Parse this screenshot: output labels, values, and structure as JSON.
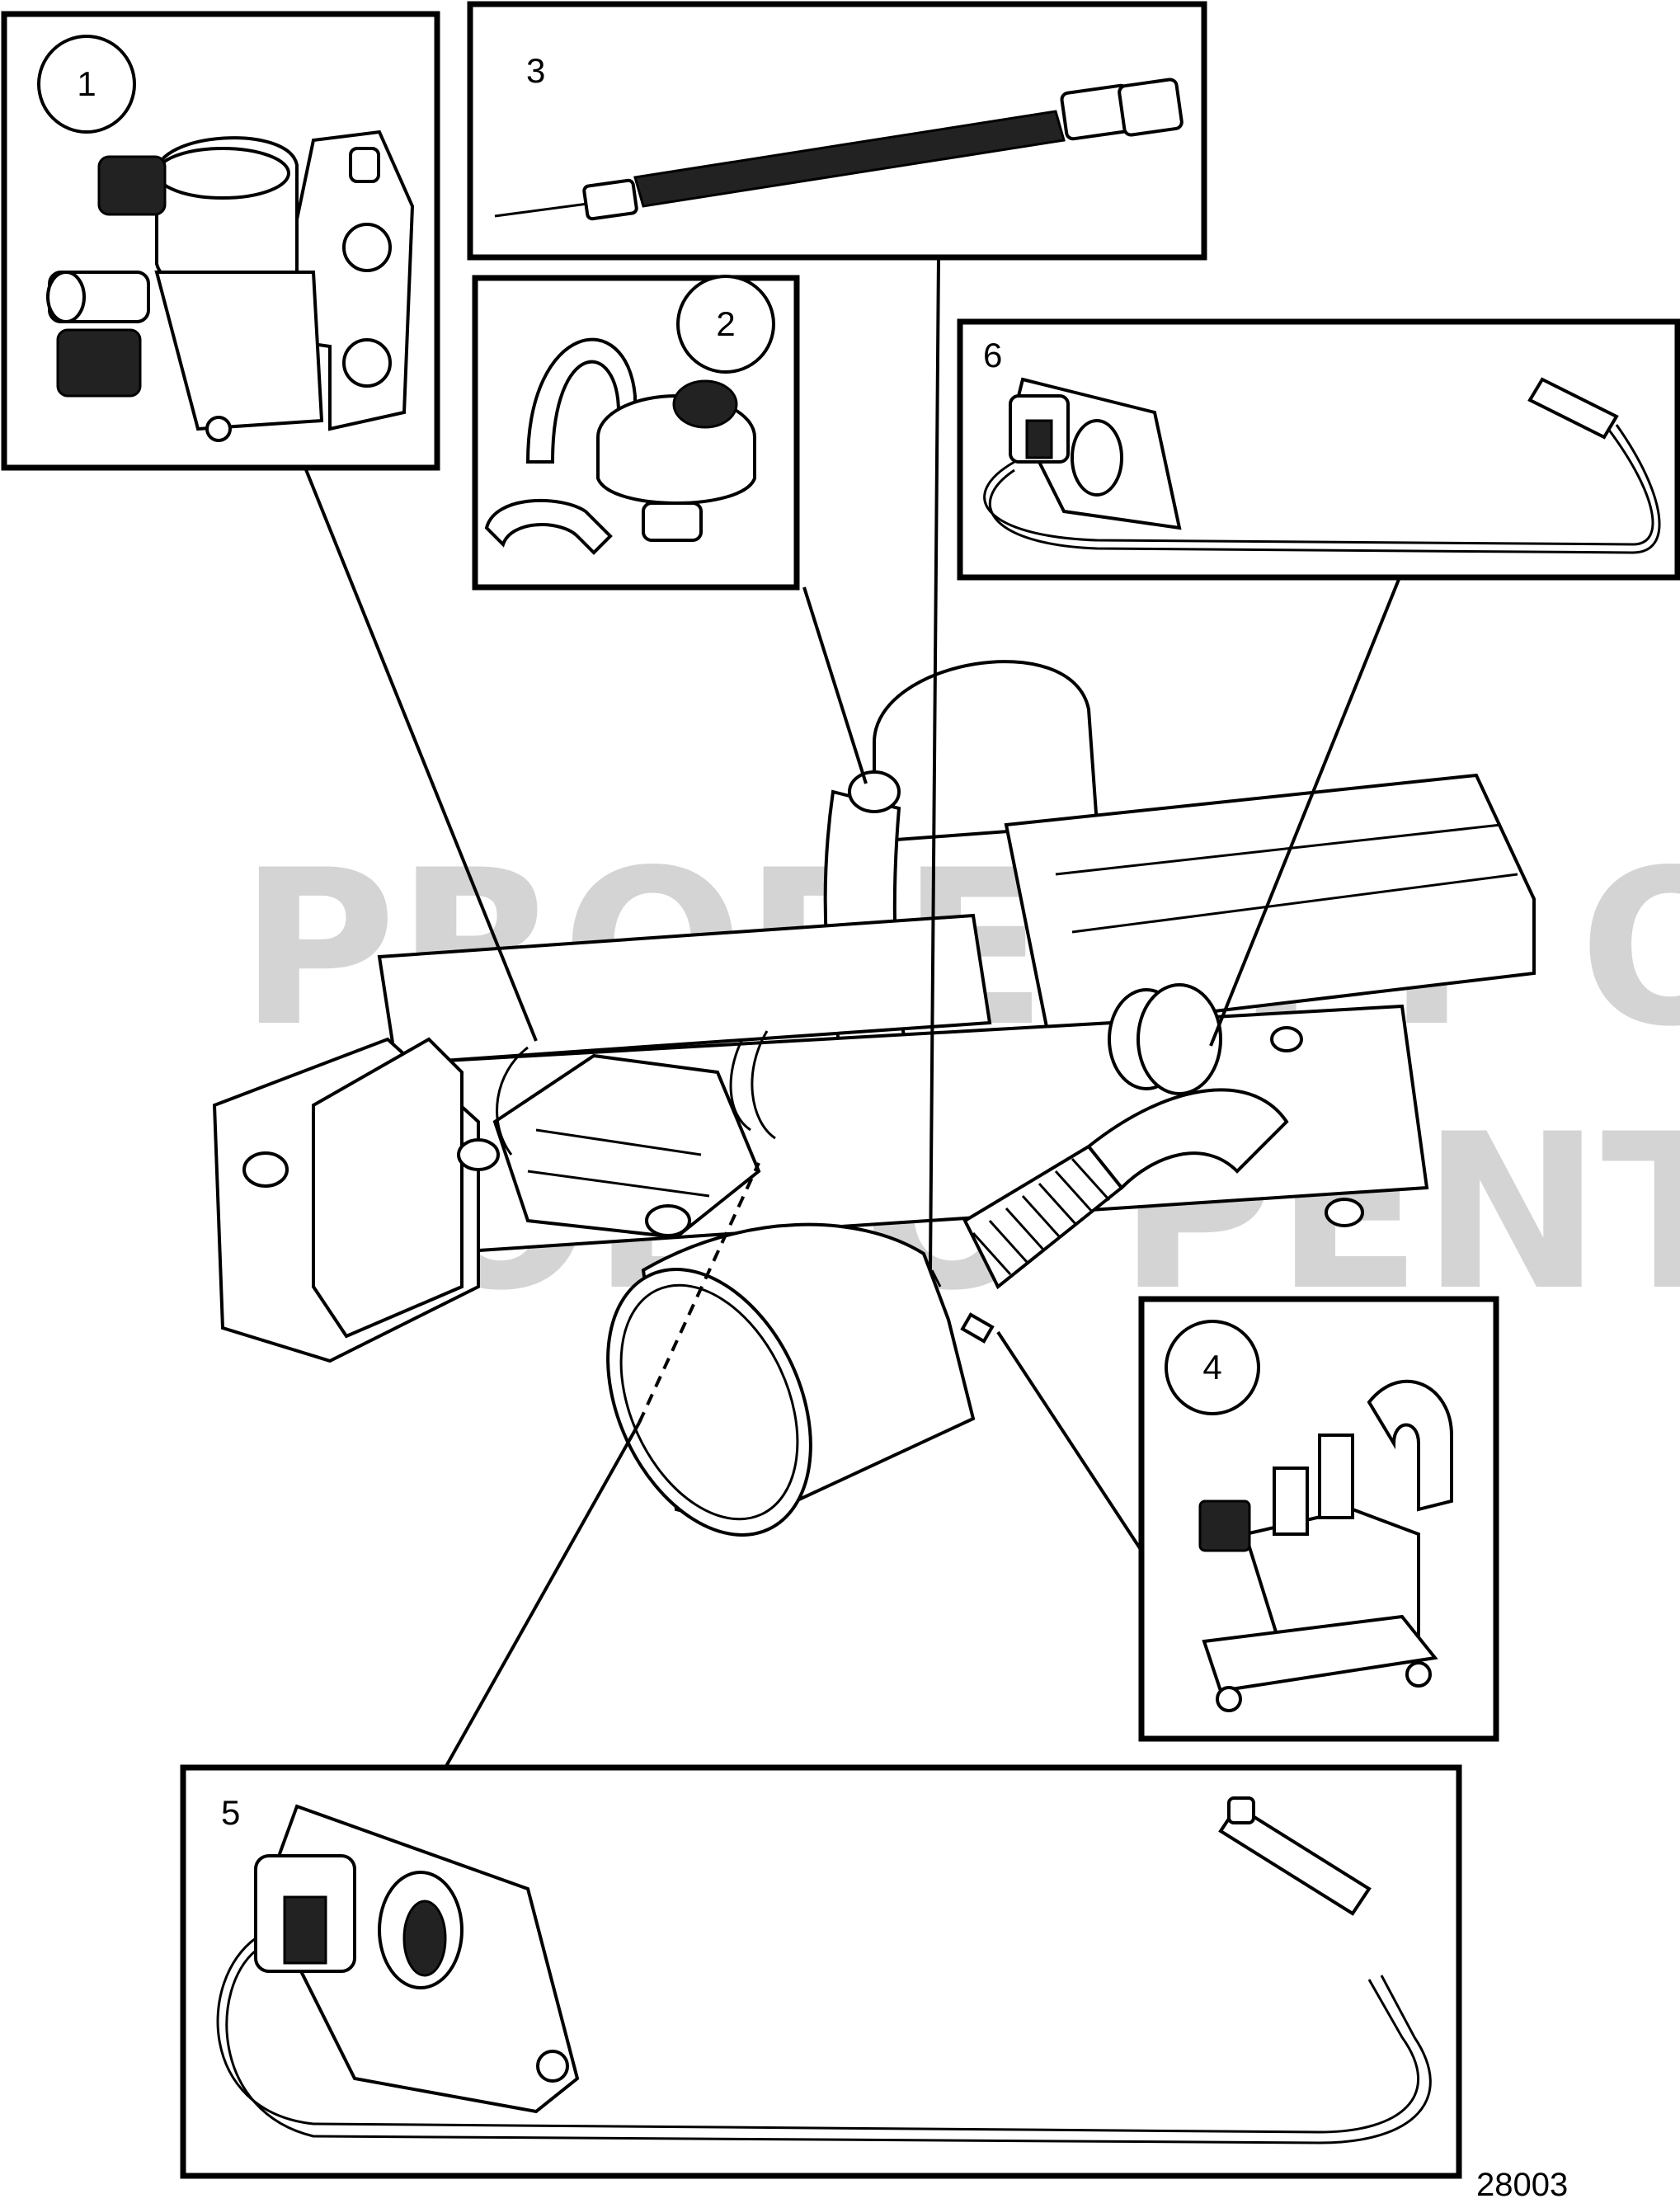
{
  "callouts": [
    {
      "id": "1",
      "label": "1"
    },
    {
      "id": "2",
      "label": "2"
    },
    {
      "id": "3",
      "label": "3"
    },
    {
      "id": "4",
      "label": "4"
    },
    {
      "id": "5",
      "label": "5"
    },
    {
      "id": "6",
      "label": "6"
    }
  ],
  "watermark": {
    "line1": "PROPERTY OF",
    "line2": "VOLVO PENTA"
  },
  "figure_number": "28003"
}
